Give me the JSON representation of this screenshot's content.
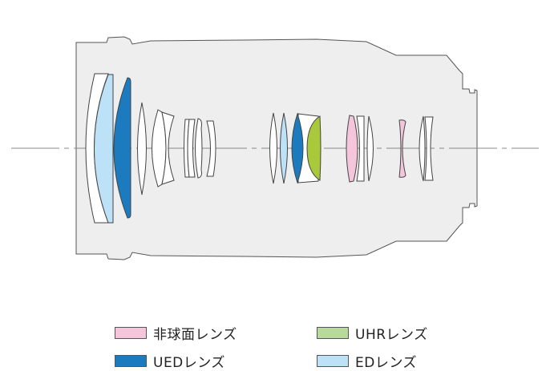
{
  "colors": {
    "barrel": "#eeeeee",
    "outline": "#555555",
    "aspherical": "#f5c5dc",
    "uhr": "#a9c93a",
    "uhr_legend": "#b9d99c",
    "ued": "#1b7bbe",
    "ed": "#bde1f6",
    "standard": "#ffffff"
  },
  "legend": [
    {
      "label": "非球面レンズ",
      "color": "#f5c5dc"
    },
    {
      "label": "UHRレンズ",
      "color": "#b9d99c"
    },
    {
      "label": "UEDレンズ",
      "color": "#1b7bbe"
    },
    {
      "label": "EDレンズ",
      "color": "#bde1f6"
    }
  ]
}
